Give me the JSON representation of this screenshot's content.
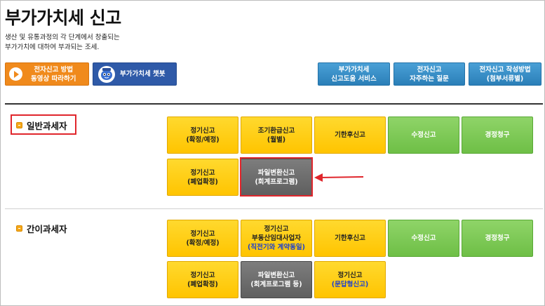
{
  "page": {
    "title": "부가가치세 신고",
    "desc_line1": "생산 및 유통과정의 각 단계에서 창출되는",
    "desc_line2": "부가가치에 대하여 부과되는 조세."
  },
  "top_buttons": {
    "video_line1": "전자신고 방법",
    "video_line2": "동영상 따라하기",
    "chatbot": "부가가치세 챗봇",
    "help_line1": "부가가치세",
    "help_line2": "신고도움 서비스",
    "faq_line1": "전자신고",
    "faq_line2": "자주하는 질문",
    "guide_line1": "전자신고 작성방법",
    "guide_line2": "(첨부서류별)"
  },
  "general": {
    "label": "일반과세자",
    "regular_line1": "정기신고",
    "regular_line2": "(확정/예정)",
    "early_refund_line1": "조기환급신고",
    "early_refund_line2": "(월별)",
    "late": "기한후신고",
    "amend": "수정신고",
    "correction": "경정청구",
    "closure_line1": "정기신고",
    "closure_line2": "(폐업확정)",
    "file_line1": "파일변환신고",
    "file_line2": "(회계프로그램)"
  },
  "simplified": {
    "label": "간이과세자",
    "regular_line1": "정기신고",
    "regular_line2": "(확정/예정)",
    "realestate_line1": "정기신고",
    "realestate_line2": "부동산임대사업자",
    "realestate_line3": "(직전기와 계약동일)",
    "late": "기한후신고",
    "amend": "수정신고",
    "correction": "경정청구",
    "closure_line1": "정기신고",
    "closure_line2": "(폐업확정)",
    "file_line1": "파일변환신고",
    "file_line2": "(회계프로그램 등)",
    "qa_line1": "정기신고",
    "qa_line2": "(문답형신고)"
  },
  "colors": {
    "accent_orange": "#f08a1c",
    "tile_yellow": "#ffc400",
    "tile_green": "#6ebf46",
    "tile_gray": "#5f5f5f",
    "highlight_red": "#e0262c"
  }
}
